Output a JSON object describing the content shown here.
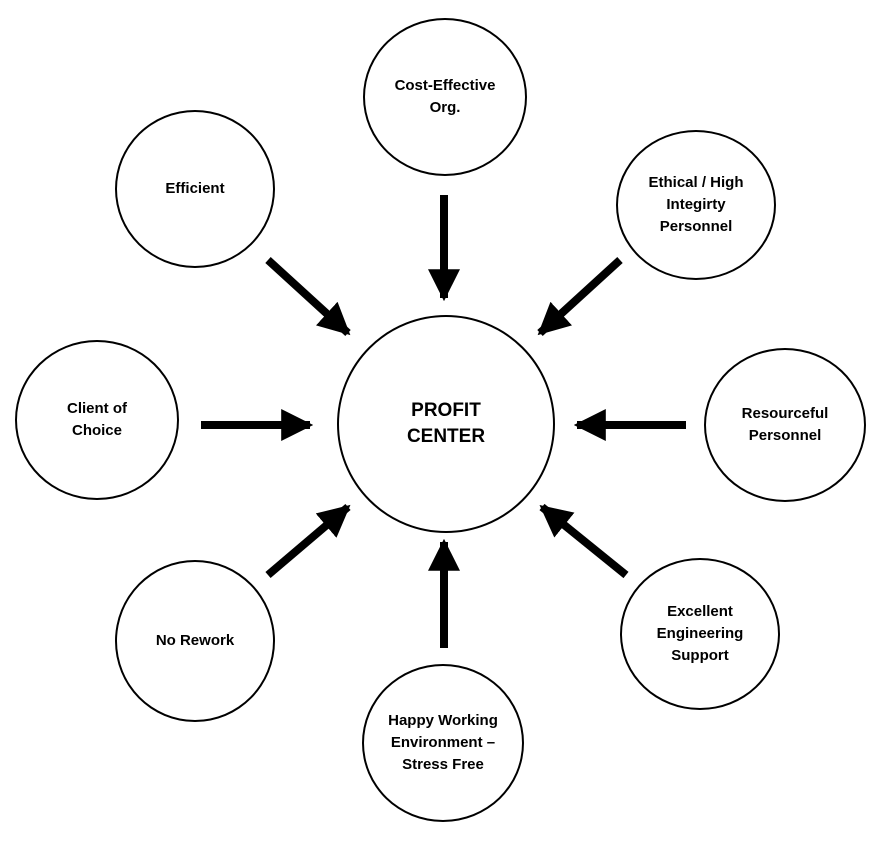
{
  "center": {
    "label": "PROFIT\nCENTER"
  },
  "nodes": {
    "cost_effective": {
      "label": "Cost-Effective\nOrg."
    },
    "efficient": {
      "label": "Efficient"
    },
    "ethical": {
      "label": "Ethical / High\nIntegirty\nPersonnel"
    },
    "client_of_choice": {
      "label": "Client of\nChoice"
    },
    "resourceful": {
      "label": "Resourceful\nPersonnel"
    },
    "no_rework": {
      "label": "No Rework"
    },
    "excellent_engineering": {
      "label": "Excellent\nEngineering\nSupport"
    },
    "happy_working": {
      "label": "Happy Working\nEnvironment –\nStress Free"
    }
  },
  "colors": {
    "stroke": "#000000",
    "fill": "#ffffff"
  }
}
